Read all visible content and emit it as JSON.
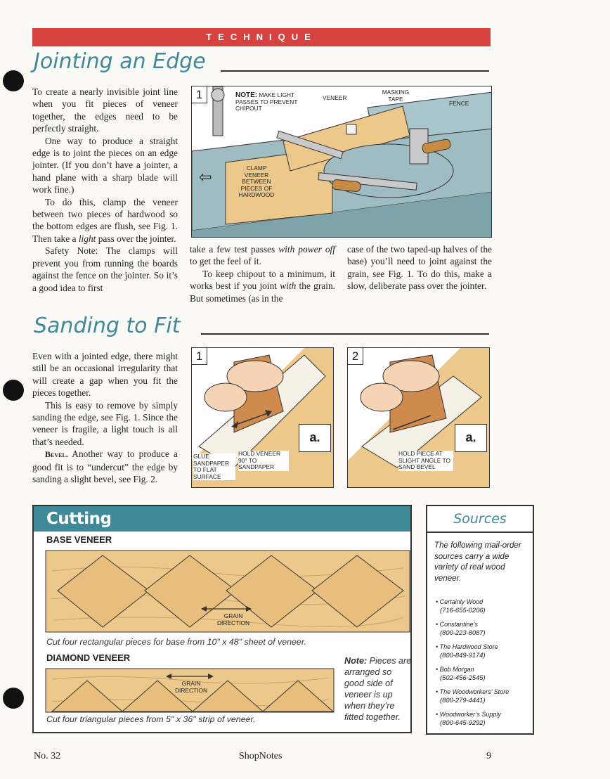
{
  "header": {
    "section_label": "TECHNIQUE"
  },
  "jointing": {
    "title": "Jointing an Edge",
    "col1": [
      "To create a nearly invisible joint line when you fit pieces of veneer together, the edges need to be perfectly straight.",
      "One way to produce a straight edge is to joint the pieces on an edge jointer. (If you don’t have a jointer, a hand plane with a sharp blade will work fine.)",
      "To do this, clamp the veneer between two pieces of hardwood so the bottom edges are flush, see Fig. 1. Then take a ",
      "light",
      " pass over the jointer.",
      "Safety Note: The clamps will prevent you from running the boards against the fence on the jointer. So it’s a good idea to first"
    ],
    "col2_a": "take a few test passes ",
    "col2_b": "with power off",
    "col2_c": " to get the feel of it.",
    "col2_d": "To keep chipout to a minimum, it works best if you joint ",
    "col2_e": "with",
    "col2_f": " the grain. But sometimes (as in the",
    "col3": "case of the two taped-up halves of the base) you’ll need to joint against the grain, see Fig. 1. To do this, make a slow, deliberate pass over the jointer.",
    "fig1": {
      "num": "1",
      "note_head": "NOTE:",
      "note_body": " MAKE LIGHT PASSES TO PREVENT CHIPOUT",
      "veneer": "VENEER",
      "masking_tape": "MASKING TAPE",
      "fence": "FENCE",
      "clamp": "CLAMP VENEER BETWEEN PIECES OF HARDWOOD",
      "arrow": "⇦"
    }
  },
  "sanding": {
    "title": "Sanding to Fit",
    "p1": "Even with a jointed edge, there might still be an occasional irregularity that will create a gap when you fit the pieces together.",
    "p2": "This is easy to remove by simply sanding the edge, see Fig. 1. Since the veneer is fragile, a light touch is all that’s needed.",
    "p3_head": "Bevel.",
    "p3_body": " Another way to produce a good fit is to “undercut” the edge by sanding a slight bevel, see Fig. 2.",
    "fig1": {
      "num": "1",
      "inset": "a.",
      "glue": "GLUE SANDPAPER TO FLAT SURFACE",
      "hold": "HOLD VENEER 90° TO SANDPAPER"
    },
    "fig2": {
      "num": "2",
      "inset": "a.",
      "hold": "HOLD PIECE AT SLIGHT ANGLE TO SAND BEVEL"
    }
  },
  "cutting": {
    "title": "Cutting Diagram",
    "base_label": "BASE VENEER",
    "grain": "GRAIN DIRECTION",
    "base_caption": "Cut four rectangular pieces for base from 10\" x 48\" sheet of veneer.",
    "diamond_label": "DIAMOND VENEER",
    "diamond_caption": "Cut four triangular pieces from 5\" x 36\" strip of veneer.",
    "note_head": "Note:",
    "note_body": " Pieces are arranged so good side of veneer is up when they’re fitted together."
  },
  "sources": {
    "title": "Sources",
    "intro": "The following mail-order sources carry a wide variety of real wood veneer.",
    "items": [
      {
        "name": "• Certainly Wood",
        "phone": "(716-655-0206)"
      },
      {
        "name": "• Constantine’s",
        "phone": "(800-223-8087)"
      },
      {
        "name": "• The Hardwood Store",
        "phone": "(800-849-9174)"
      },
      {
        "name": "• Bob Morgan",
        "phone": "(502-456-2545)"
      },
      {
        "name": "• The Woodworkers’ Store",
        "phone": "(800-279-4441)"
      },
      {
        "name": "• Woodworker’s Supply",
        "phone": "(800-645-9292)"
      }
    ]
  },
  "footer": {
    "issue": "No. 32",
    "magazine": "ShopNotes",
    "page": "9"
  },
  "colors": {
    "accent_red": "#d8423e",
    "accent_teal": "#3f8a9a",
    "wood": "#ecc98a",
    "machine": "#9fbcc2"
  }
}
